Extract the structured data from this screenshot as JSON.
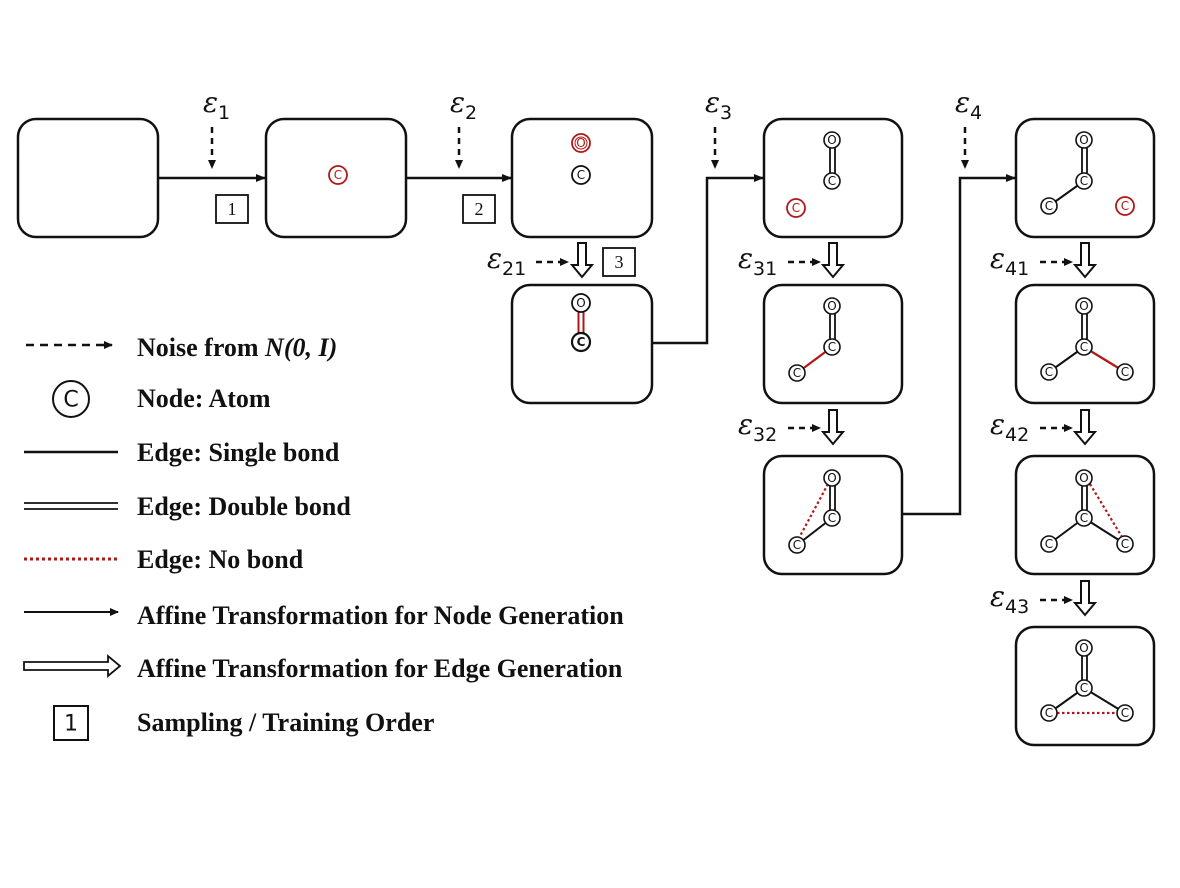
{
  "colors": {
    "ink": "#111111",
    "new_element": "#b01818",
    "background": "#ffffff"
  },
  "noise_labels": {
    "eps1": {
      "main": "ε",
      "sub": "1"
    },
    "eps2": {
      "main": "ε",
      "sub": "2"
    },
    "eps3": {
      "main": "ε",
      "sub": "3"
    },
    "eps4": {
      "main": "ε",
      "sub": "4"
    },
    "eps21": {
      "main": "ε",
      "sub": "21"
    },
    "eps31": {
      "main": "ε",
      "sub": "31"
    },
    "eps32": {
      "main": "ε",
      "sub": "32"
    },
    "eps41": {
      "main": "ε",
      "sub": "41"
    },
    "eps42": {
      "main": "ε",
      "sub": "42"
    },
    "eps43": {
      "main": "ε",
      "sub": "43"
    }
  },
  "order_labels": {
    "o1": "1",
    "o2": "2",
    "o3": "3"
  },
  "atoms": {
    "carbon": "C",
    "oxygen": "O"
  },
  "legend": {
    "noise": "Noise from ",
    "noise_dist": "N(0, I)",
    "node": "Node: Atom",
    "single": "Edge: Single bond",
    "double": "Edge: Double bond",
    "nobond": "Edge: No bond",
    "node_gen": "Affine Transformation for Node Generation",
    "edge_gen": "Affine Transformation for Edge Generation",
    "order": "Sampling / Training Order",
    "node_symbol": "C",
    "order_symbol": "1"
  }
}
